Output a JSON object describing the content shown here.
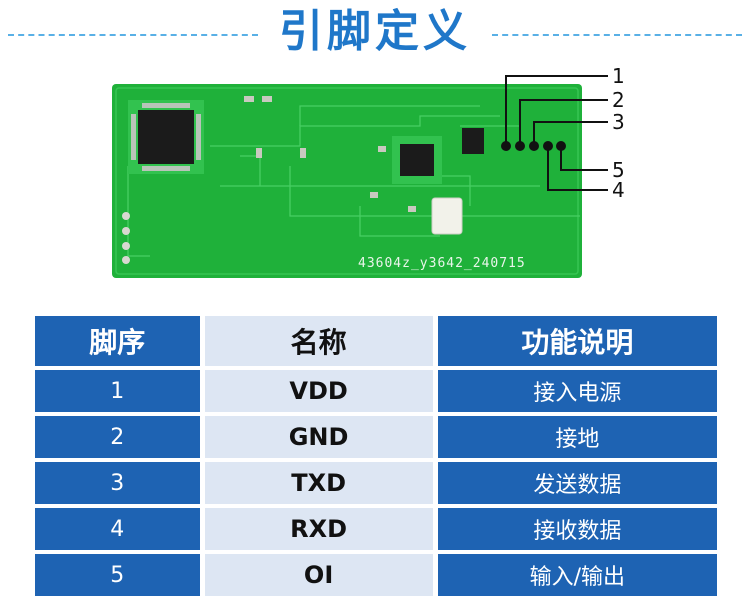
{
  "title": "引脚定义",
  "pcb": {
    "silkscreen_label": "43604z_y3642_240715",
    "pin_labels": [
      "1",
      "2",
      "3",
      "5",
      "4"
    ]
  },
  "table": {
    "headers": [
      "脚序",
      "名称",
      "功能说明"
    ],
    "rows": [
      {
        "pin": "1",
        "name": "VDD",
        "desc": "接入电源"
      },
      {
        "pin": "2",
        "name": "GND",
        "desc": "接地"
      },
      {
        "pin": "3",
        "name": "TXD",
        "desc": "发送数据"
      },
      {
        "pin": "4",
        "name": "RXD",
        "desc": "接收数据"
      },
      {
        "pin": "5",
        "name": "OI",
        "desc": "输入/输出"
      }
    ]
  },
  "colors": {
    "title": "#1f77c9",
    "table_dark": "#1e63b3",
    "table_light": "#dde6f3",
    "pcb_green": "#1fb13a"
  }
}
